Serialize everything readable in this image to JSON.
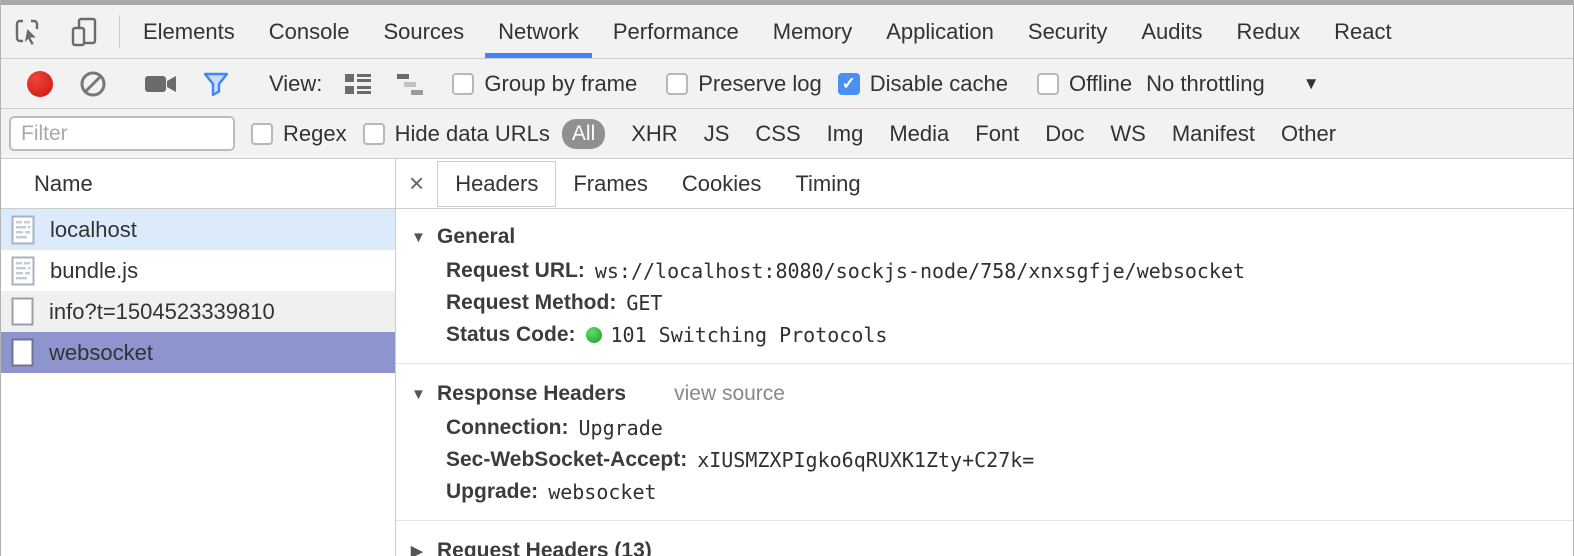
{
  "icons": {
    "checkmark": "✓",
    "dropdown_arrow": "▼",
    "disclosure_open": "▼",
    "disclosure_closed": "▶",
    "close": "×"
  },
  "colors": {
    "accent_blue": "#4285f4",
    "selected_row_purple": "#8d94ce",
    "highlight_row_blue": "#dcebfb",
    "record_red": "#d32b1f",
    "status_green": "#2fb344"
  },
  "main_tabs": [
    "Elements",
    "Console",
    "Sources",
    "Network",
    "Performance",
    "Memory",
    "Application",
    "Security",
    "Audits",
    "Redux",
    "React"
  ],
  "active_main_tab": "Network",
  "toolbar": {
    "view_label": "View:",
    "group_by_frame_label": "Group by frame",
    "preserve_log_label": "Preserve log",
    "disable_cache_label": "Disable cache",
    "offline_label": "Offline",
    "throttling_label": "No throttling"
  },
  "filter_bar": {
    "placeholder": "Filter",
    "value": "",
    "regex_label": "Regex",
    "hide_data_urls_label": "Hide data URLs",
    "type_filters": [
      "All",
      "XHR",
      "JS",
      "CSS",
      "Img",
      "Media",
      "Font",
      "Doc",
      "WS",
      "Manifest",
      "Other"
    ],
    "active_type_filter": "All"
  },
  "requests": {
    "column_header": "Name",
    "rows": [
      {
        "name": "localhost"
      },
      {
        "name": "bundle.js"
      },
      {
        "name": "info?t=1504523339810"
      },
      {
        "name": "websocket"
      }
    ],
    "selected_row": "websocket"
  },
  "details": {
    "tabs": [
      "Headers",
      "Frames",
      "Cookies",
      "Timing"
    ],
    "active_tab": "Headers",
    "general": {
      "title": "General",
      "items": [
        {
          "key": "Request URL:",
          "value": "ws://localhost:8080/sockjs-node/758/xnxsgfje/websocket"
        },
        {
          "key": "Request Method:",
          "value": "GET"
        },
        {
          "key": "Status Code:",
          "value": "101 Switching Protocols"
        }
      ]
    },
    "response_headers": {
      "title": "Response Headers",
      "view_source_label": "view source",
      "items": [
        {
          "key": "Connection:",
          "value": "Upgrade"
        },
        {
          "key": "Sec-WebSocket-Accept:",
          "value": "xIUSMZXPIgko6qRUXK1Zty+C27k="
        },
        {
          "key": "Upgrade:",
          "value": "websocket"
        }
      ]
    },
    "request_headers": {
      "title": "Request Headers (13)"
    }
  }
}
